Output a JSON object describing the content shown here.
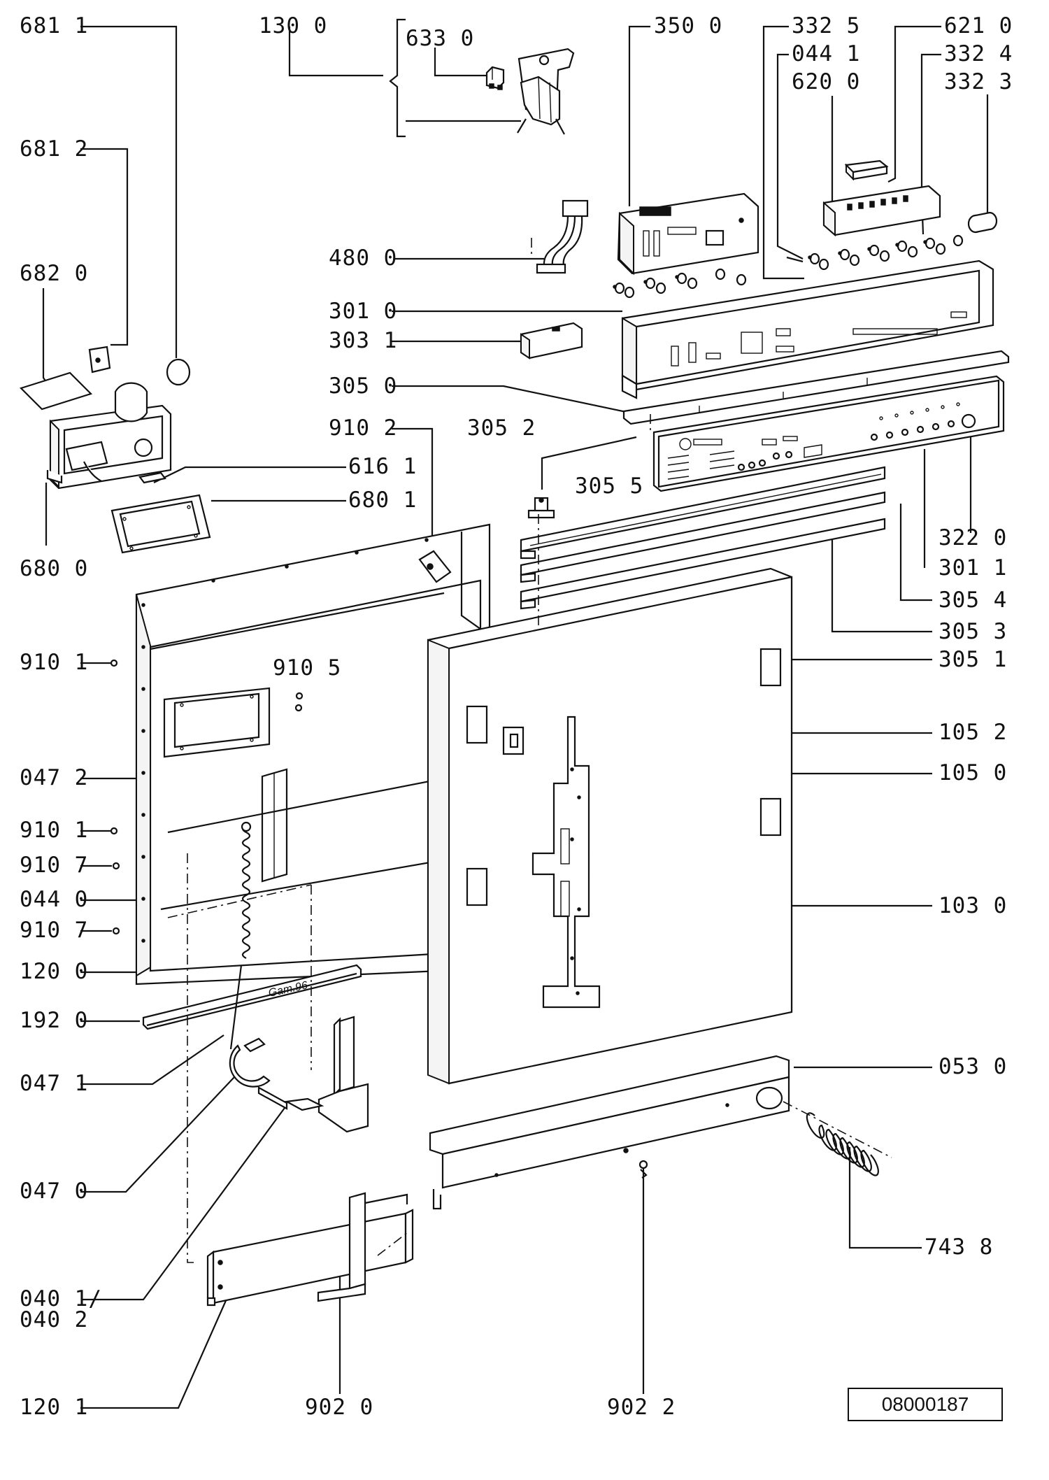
{
  "labels": {
    "l_681_1": "681 1",
    "l_681_2": "681 2",
    "l_682_0": "682 0",
    "l_680_0": "680 0",
    "l_616_1": "616 1",
    "l_680_1": "680 1",
    "l_130_0": "130 0",
    "l_633_0": "633 0",
    "l_350_0": "350 0",
    "l_332_5": "332 5",
    "l_044_1": "044 1",
    "l_620_0": "620 0",
    "l_621_0": "621 0",
    "l_332_4": "332 4",
    "l_332_3": "332 3",
    "l_480_0": "480 0",
    "l_301_0": "301 0",
    "l_303_1": "303 1",
    "l_305_0": "305 0",
    "l_910_2": "910 2",
    "l_305_2": "305 2",
    "l_305_5": "305 5",
    "l_322_0": "322 0",
    "l_301_1": "301 1",
    "l_305_4": "305 4",
    "l_305_3": "305 3",
    "l_305_1": "305 1",
    "l_910_1a": "910 1",
    "l_910_5": "910 5",
    "l_105_2": "105 2",
    "l_105_0": "105 0",
    "l_047_2": "047 2",
    "l_910_1b": "910 1",
    "l_910_7a": "910 7",
    "l_044_0": "044 0",
    "l_910_7b": "910 7",
    "l_103_0": "103 0",
    "l_120_0": "120 0",
    "l_192_0": "192 0",
    "l_047_1": "047 1",
    "l_053_0": "053 0",
    "l_047_0": "047 0",
    "l_743_8": "743 8",
    "l_040_1": "040 1/",
    "l_040_2": "040 2",
    "l_120_1": "120 1",
    "l_902_0": "902 0",
    "l_902_2": "902 2"
  },
  "stamp_text": "Gam.96",
  "document_number": "08000187"
}
